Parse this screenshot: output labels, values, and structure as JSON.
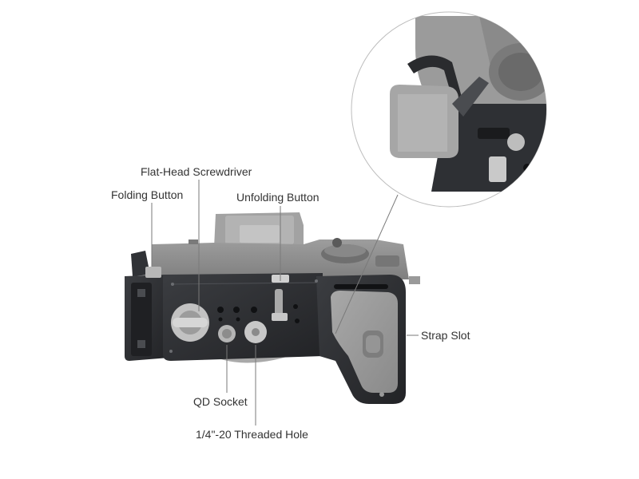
{
  "callouts": {
    "flat_head_screwdriver": "Flat-Head Screwdriver",
    "folding_button": "Folding Button",
    "unfolding_button": "Unfolding Button",
    "strap_slot": "Strap Slot",
    "qd_socket": "QD Socket",
    "threaded_hole": "1/4\"-20 Threaded Hole"
  },
  "colors": {
    "background": "#ffffff",
    "plate_metal": "#2b2d30",
    "camera_body": "#8f8f8f",
    "label_text": "#333333",
    "leader_line": "#7a7a7a"
  }
}
